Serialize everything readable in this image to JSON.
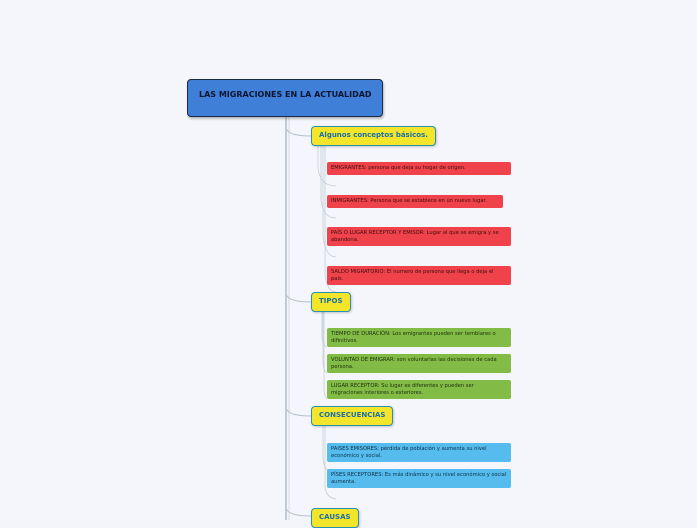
{
  "root": {
    "title": "LAS MIGRACIONES EN LA ACTUALIDAD"
  },
  "categories": [
    {
      "label": "Algunos conceptos básicos.",
      "items": [
        "EMIGRANTES: persona que deja su hogar de origen.",
        "INMIGRANTES: Persona que se establece en un nuevo lugar.",
        "PAÍS O LUGAR RECEPTOR Y EMISOR: Lugar al que se emigra y se abandona.",
        "SALDO MIGRATORIO: El numero de persona que llega o deja el país."
      ]
    },
    {
      "label": "TIPOS",
      "items": [
        "TIEMPO DE DURACIÓN: Los emigrantes pueden ser temblares o difinitivos.",
        "VOLUNTAD DE EMIGRAR: son voluntarias las decisiones de cada persona.",
        "LUGAR RECEPTOR: Su lugar es diferentes y pueden ser migraciones interiores o exteriores."
      ]
    },
    {
      "label": "CONSECUENCIAS",
      "items": [
        "PAISES EMISORES: pérdida de población y aumenta su nivel económico y social.",
        "PÍSES RECEPTORES: Es más dinámico y su nivel económico y social aumenta."
      ]
    },
    {
      "label": "CAUSAS",
      "items": []
    }
  ],
  "colors": {
    "root": "#3f7fd8",
    "category": "#f3e52a",
    "red": "#f0424a",
    "green": "#82bb45",
    "blue": "#56bcee"
  }
}
